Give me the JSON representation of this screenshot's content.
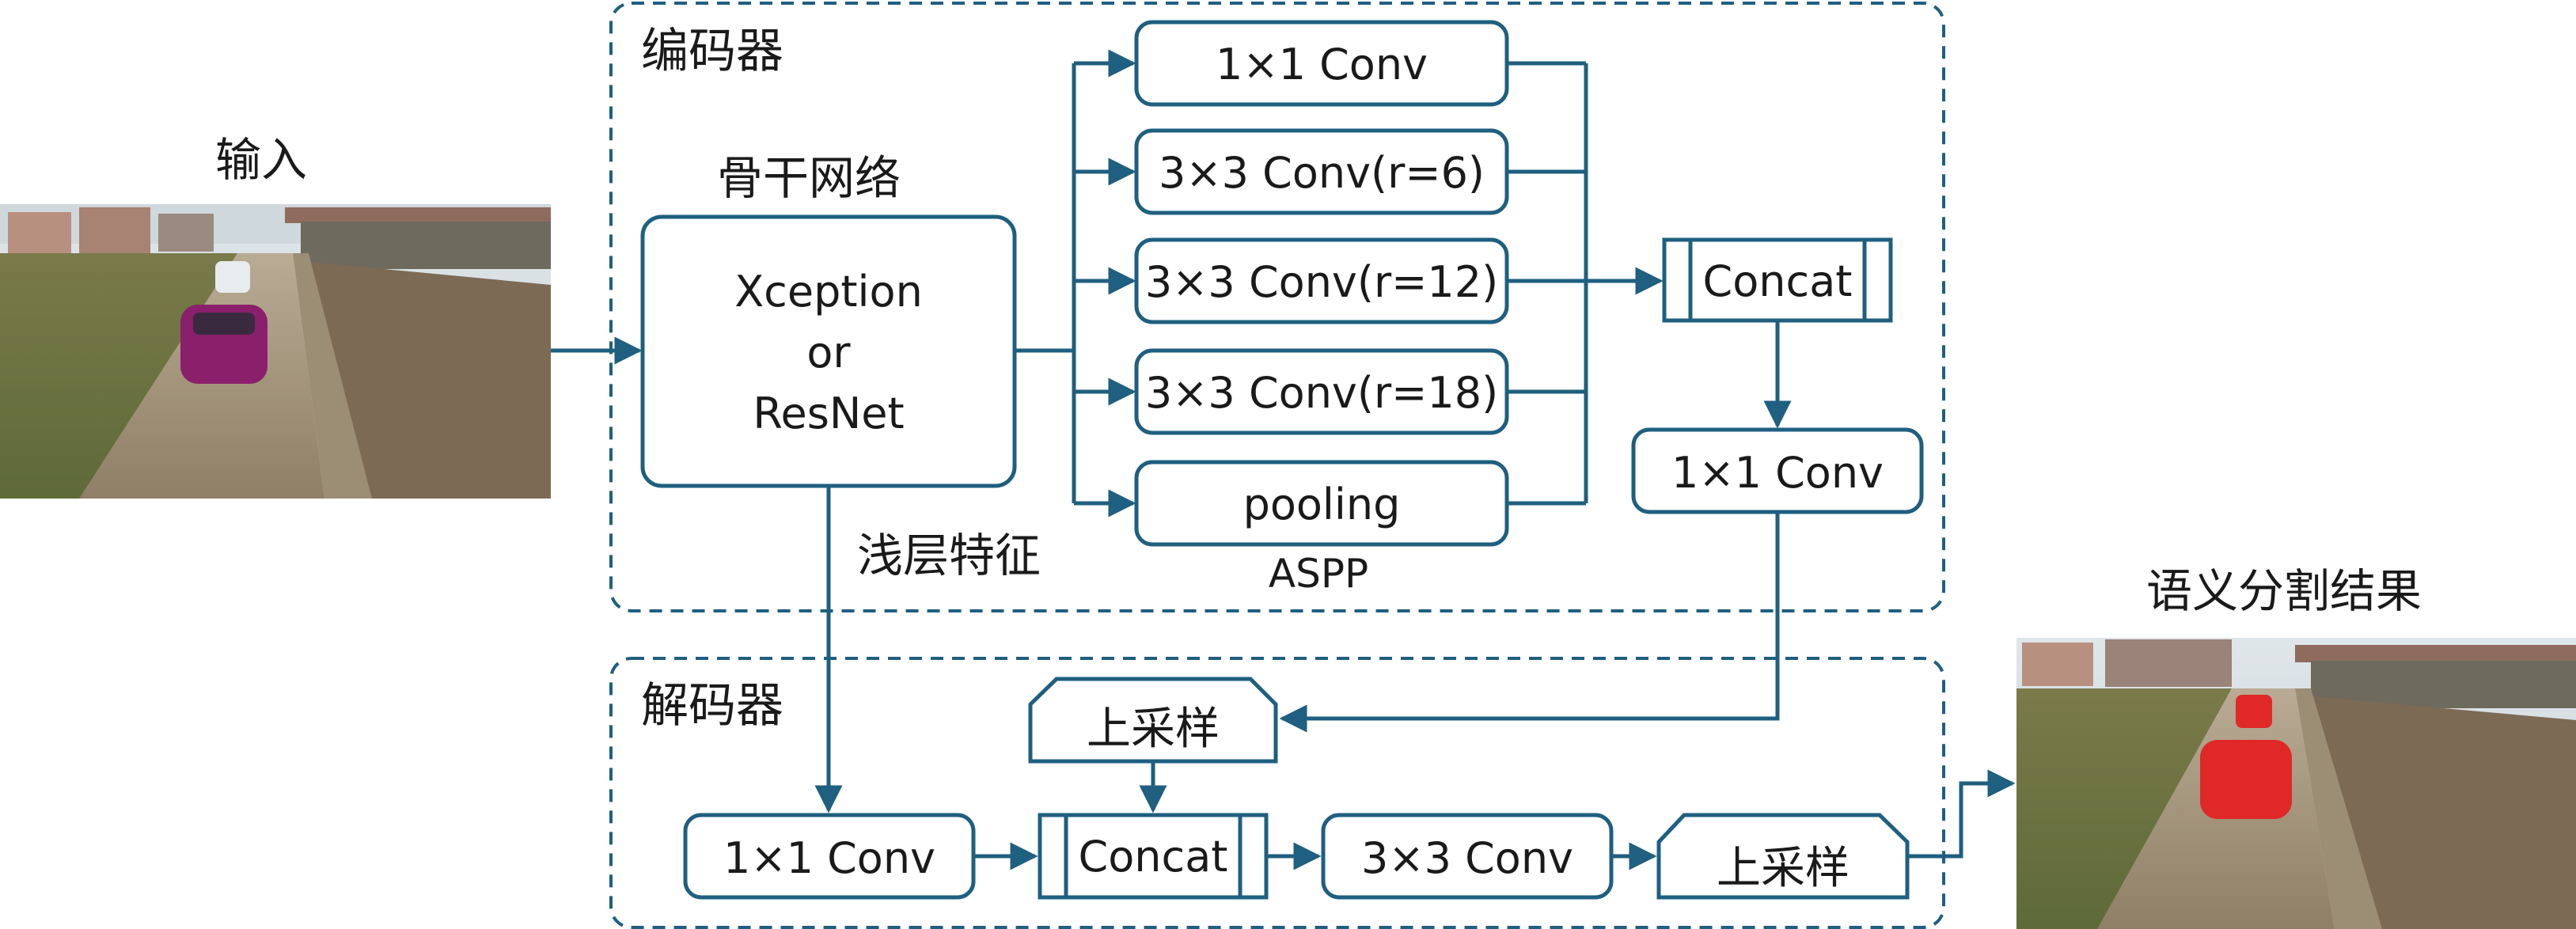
{
  "colors": {
    "stroke": "#1f5f80",
    "dashed": "#1f5f80",
    "text": "#1a1a1a"
  },
  "labels": {
    "input": "输入",
    "output": "语义分割结果",
    "encoder": "编码器",
    "decoder": "解码器",
    "backbone_title": "骨干网络",
    "shallow_features": "浅层特征",
    "aspp": "ASPP"
  },
  "backbone": {
    "line1": "Xception",
    "line2": "or",
    "line3": "ResNet"
  },
  "aspp_branches": [
    "1×1 Conv",
    "3×3 Conv(r=6)",
    "3×3 Conv(r=12)",
    "3×3 Conv(r=18)",
    "pooling"
  ],
  "encoder_concat": "Concat",
  "encoder_conv": "1×1 Conv",
  "decoder_nodes": {
    "upsample_top": "上采样",
    "conv1x1": "1×1 Conv",
    "concat": "Concat",
    "conv3x3": "3×3 Conv",
    "upsample_out": "上采样"
  },
  "images": {
    "input": "road-scene-photo",
    "output": "segmented-road-scene-photo"
  }
}
